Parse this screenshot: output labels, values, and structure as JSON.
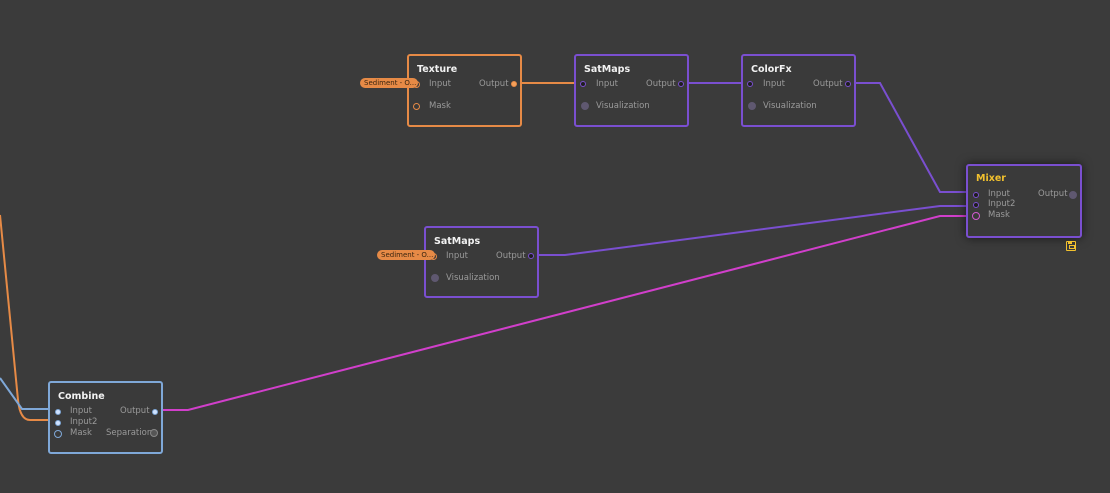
{
  "graph": {
    "nodes": [
      {
        "id": "texture",
        "title": "Texture",
        "ports": {
          "input": "Input",
          "output": "Output",
          "mask": "Mask"
        },
        "input_tag": "Sediment - O..."
      },
      {
        "id": "satmaps_1",
        "title": "SatMaps",
        "ports": {
          "input": "Input",
          "output": "Output",
          "visualization": "Visualization"
        }
      },
      {
        "id": "colorfx",
        "title": "ColorFx",
        "ports": {
          "input": "Input",
          "output": "Output",
          "visualization": "Visualization"
        }
      },
      {
        "id": "satmaps_2",
        "title": "SatMaps",
        "ports": {
          "input": "Input",
          "output": "Output",
          "visualization": "Visualization"
        },
        "input_tag": "Sediment - O..."
      },
      {
        "id": "mixer",
        "title": "Mixer",
        "ports": {
          "input": "Input",
          "input2": "Input2",
          "mask": "Mask",
          "output": "Output"
        }
      },
      {
        "id": "combine",
        "title": "Combine",
        "ports": {
          "input": "Input",
          "input2": "Input2",
          "mask": "Mask",
          "output": "Output",
          "separation": "Separation"
        }
      }
    ]
  },
  "colors": {
    "background": "#3b3b3b",
    "purple_node": "#7a4fd0",
    "orange_node": "#e68a46",
    "blue_node": "#7fa8d8",
    "mask_wire": "#d13fcb",
    "mixer_title": "#f2c12e"
  },
  "icons": {
    "mixer_badge": "save-icon"
  }
}
